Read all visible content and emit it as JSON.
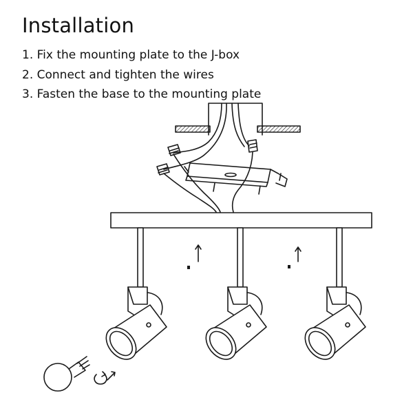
{
  "title": "Installation",
  "steps": [
    "1. Fix the mounting plate to the J-box",
    "2. Connect and tighten the wires",
    "3. Fasten the base to the mounting plate"
  ],
  "diagram": {
    "spotlight_count": 3,
    "parts": [
      "ceiling",
      "junction-box",
      "wire-connectors",
      "mounting-plate",
      "screws",
      "base-bar",
      "spotlights",
      "bulb"
    ]
  },
  "colors": {
    "line": "#1a1a1a",
    "background": "#ffffff"
  }
}
